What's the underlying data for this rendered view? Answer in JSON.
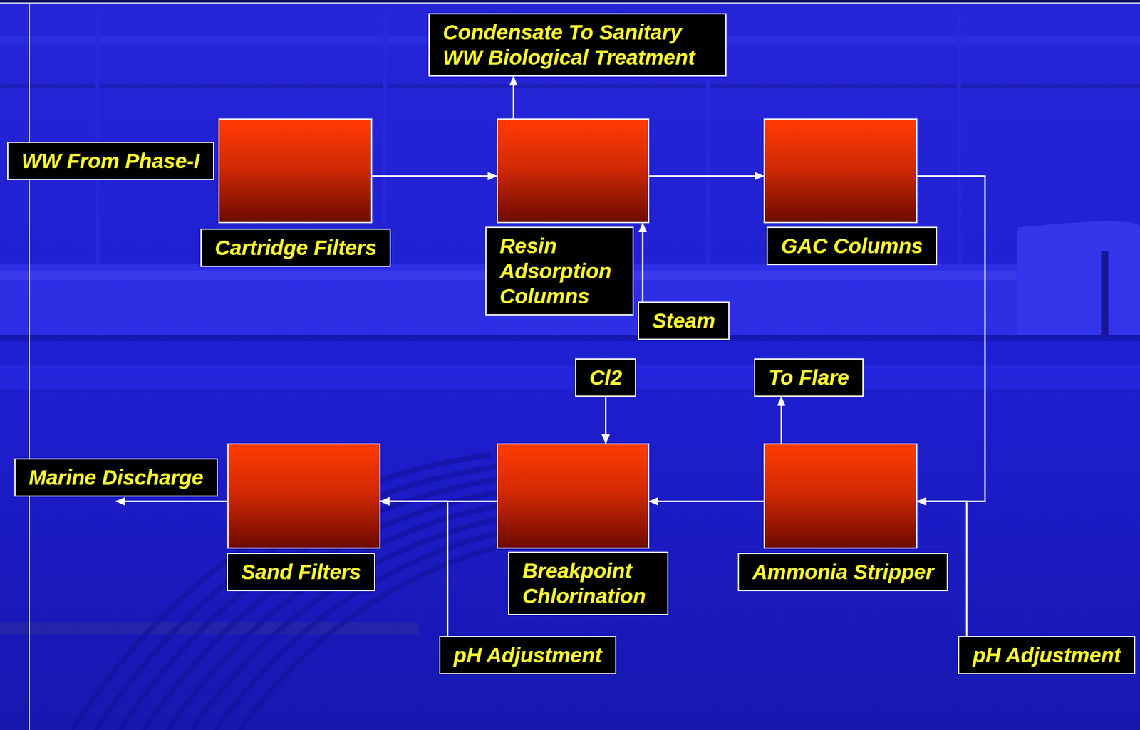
{
  "diagram": {
    "nodes": [
      {
        "text": [
          "Condensate To Sanitary WW Biological Treatment"
        ]
      },
      {
        "text": [
          "WW From Phase-I"
        ]
      },
      {
        "text": [
          "Cartridge Filters"
        ]
      },
      {
        "text": [
          "Resin Adsorption Columns"
        ]
      },
      {
        "text": [
          "GAC Columns"
        ]
      },
      {
        "text": [
          "Steam"
        ]
      },
      {
        "text": [
          "Cl2"
        ]
      },
      {
        "text": [
          "To Flare"
        ]
      },
      {
        "text": [
          "Marine Discharge"
        ]
      },
      {
        "text": [
          "Sand Filters"
        ]
      },
      {
        "text": [
          "Breakpoint Chlorination"
        ]
      },
      {
        "text": [
          "Ammonia Stripper"
        ]
      },
      {
        "text": [
          "pH Adjustment"
        ]
      },
      {
        "text": [
          "pH Adjustment"
        ]
      }
    ],
    "edges": [
      {
        "from": 2,
        "to": 3,
        "arrow": "to"
      },
      {
        "from": 3,
        "to": 0,
        "arrow": "to"
      },
      {
        "from": 5,
        "to": 3,
        "arrow": "to"
      },
      {
        "from": 3,
        "to": 4,
        "arrow": "to"
      },
      {
        "from": 4,
        "to": 11,
        "arrow": "to"
      },
      {
        "from": 13,
        "to": 11,
        "arrow": "to"
      },
      {
        "from": 11,
        "to": 7,
        "arrow": "to"
      },
      {
        "from": 11,
        "to": 10,
        "arrow": "to"
      },
      {
        "from": 6,
        "to": 10,
        "arrow": "to"
      },
      {
        "from": 10,
        "to": 9,
        "arrow": "to"
      },
      {
        "from": 12,
        "to": 9,
        "arrow": "to"
      },
      {
        "from": 9,
        "to": 8,
        "arrow": "to"
      }
    ]
  }
}
